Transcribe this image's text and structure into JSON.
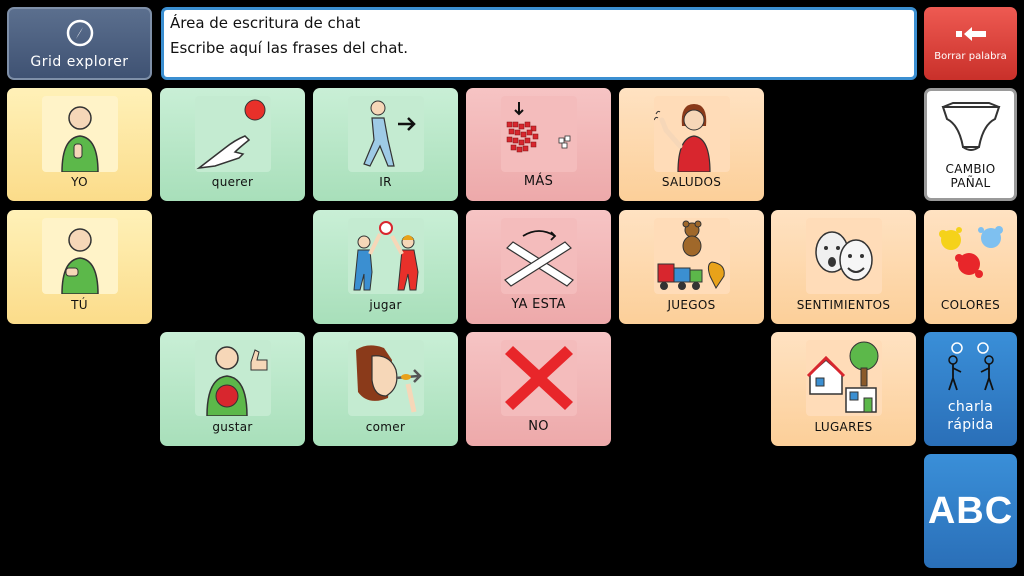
{
  "toolbar": {
    "grid_explorer_label": "Grid explorer",
    "borrar_label": "Borrar palabra"
  },
  "chat": {
    "title": "Área de escritura de chat",
    "placeholder": "Escribe aquí las frases del chat."
  },
  "cells": {
    "yo": "YO",
    "querer": "querer",
    "ir": "IR",
    "mas": "MÁS",
    "saludos": "SALUDOS",
    "tu": "TÚ",
    "jugar": "jugar",
    "ya_esta": "YA ESTA",
    "juegos": "JUEGOS",
    "sentimientos": "SENTIMIENTOS",
    "gustar": "gustar",
    "comer": "comer",
    "no": "NO",
    "lugares": "LUGARES"
  },
  "side": {
    "cambio_line1": "CAMBIO",
    "cambio_line2": "PAÑAL",
    "colores": "COLORES",
    "charla_line1": "charla",
    "charla_line2": "rápida",
    "abc": "ABC"
  },
  "colors": {
    "background": "#000000",
    "yellow_cell": "#fbdc8a",
    "green_cell": "#a8dfba",
    "red_cell": "#eda9aa",
    "orange_cell": "#fccf99",
    "blue_cell": "#2a6fb8",
    "delete_red": "#c9302a",
    "chat_border": "#3b8fd1"
  },
  "icons": {
    "grid_explorer": "compass-icon",
    "borrar": "backspace-arrow-icon",
    "cambio": "diaper-icon",
    "colores": "paint-splash-icon",
    "charla": "people-talking-icon"
  }
}
